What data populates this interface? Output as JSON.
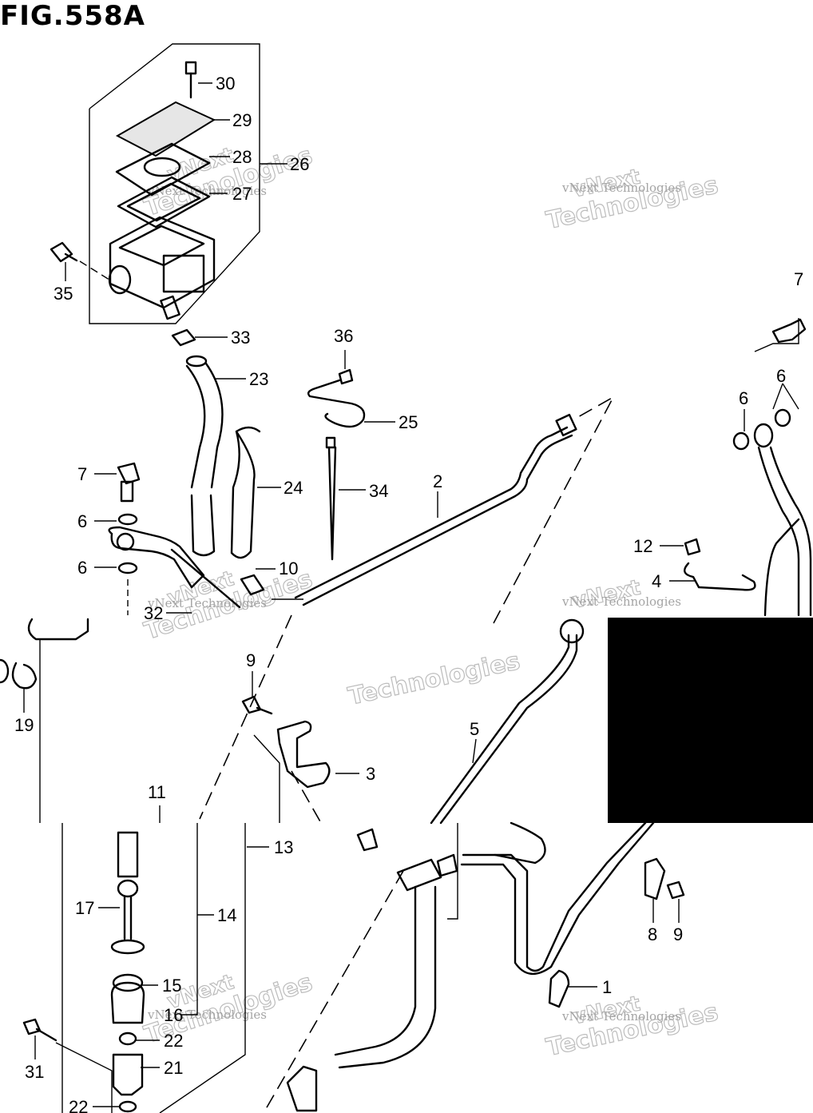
{
  "diagram": {
    "title": "FIG.558A",
    "watermark_primary": "vNext",
    "watermark_secondary": "Technologies",
    "watermark_caption": "vNext Technologies",
    "callout_numbers": [
      "30",
      "29",
      "28",
      "26",
      "27",
      "35",
      "33",
      "23",
      "36",
      "25",
      "7",
      "6",
      "24",
      "6",
      "2",
      "34",
      "12",
      "4",
      "6",
      "10",
      "32",
      "19",
      "9",
      "5",
      "3",
      "11",
      "13",
      "14",
      "17",
      "15",
      "16",
      "1",
      "8",
      "9",
      "22",
      "21",
      "31",
      "22",
      "7",
      "6"
    ],
    "redaction_block": {
      "color": "#000000"
    }
  }
}
